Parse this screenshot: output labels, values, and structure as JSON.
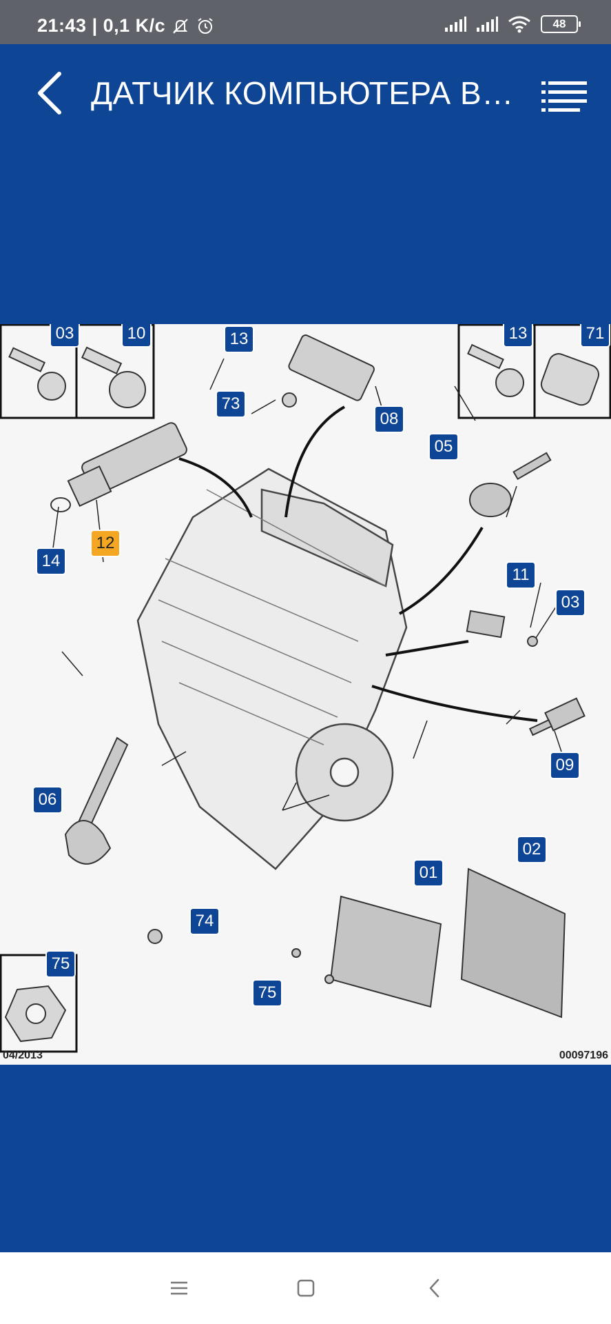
{
  "status_bar": {
    "time": "21:43",
    "network_speed": "| 0,1 K/c",
    "battery_level": "48"
  },
  "header": {
    "title": "ДАТЧИК КОМПЬЮТЕРА ВПР..."
  },
  "diagram": {
    "callouts": [
      "03",
      "10",
      "13",
      "13",
      "71",
      "73",
      "08",
      "05",
      "14",
      "12",
      "11",
      "03",
      "09",
      "06",
      "01",
      "02",
      "74",
      "75",
      "75"
    ],
    "highlighted": "12",
    "date_label": "04/2013",
    "ref_label": "00097196"
  },
  "nav": {
    "recents": "recents-icon",
    "home": "home-icon",
    "back": "back-icon"
  }
}
